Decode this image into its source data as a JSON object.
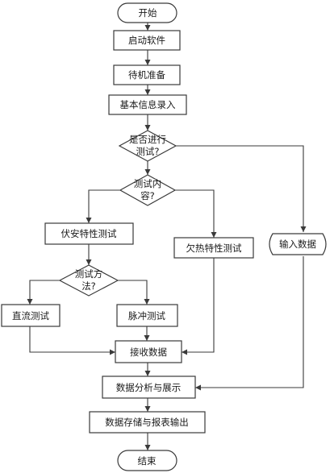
{
  "nodes": {
    "start": "开始",
    "launch": "启动软件",
    "standby": "待机准备",
    "basic_info": "基本信息录入",
    "test_decision": [
      "是否进行",
      "测试?"
    ],
    "content_decision": [
      "测试内",
      "容?"
    ],
    "pv_test": "伏安特性测试",
    "dark_iv_test": "欠热特性测试",
    "input_data": "输入数据",
    "method_decision": [
      "测试方",
      "法?"
    ],
    "dc_test": "直流测试",
    "pulse_test": "脉冲测试",
    "receive_data": "接收数据",
    "analysis": "数据分析与展示",
    "storage": "数据存储与报表输出",
    "end": "结束"
  }
}
